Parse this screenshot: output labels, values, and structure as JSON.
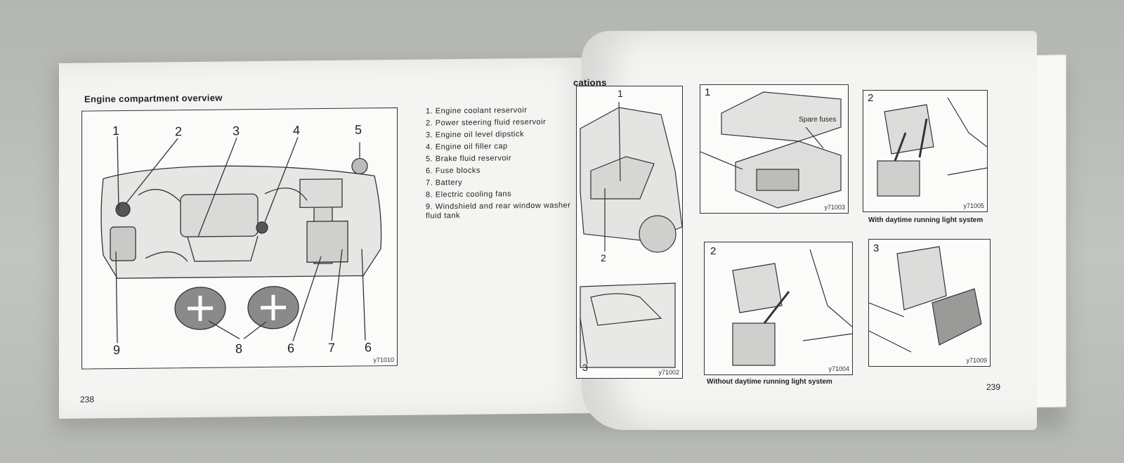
{
  "left_page": {
    "title": "Engine compartment overview",
    "figure": {
      "callouts": [
        "1",
        "2",
        "3",
        "4",
        "5",
        "9",
        "8",
        "6",
        "7",
        "6"
      ],
      "code": "y71010"
    },
    "legend": [
      "1. Engine coolant reservoir",
      "2. Power steering fluid reservoir",
      "3. Engine oil level dipstick",
      "4. Engine oil filler cap",
      "5. Brake fluid reservoir",
      "6. Fuse blocks",
      "7. Battery",
      "8. Electric cooling fans",
      "9. Windshield and rear window washer",
      "fluid tank"
    ],
    "page_number": "238"
  },
  "right_page": {
    "title_fragment": "cations",
    "fig_main": {
      "callouts": [
        "1",
        "2",
        "3"
      ],
      "code": "y71002"
    },
    "fig_1": {
      "number": "1",
      "label": "Spare fuses",
      "code": "y71003"
    },
    "fig_2a": {
      "number": "2",
      "code": "y71005",
      "caption": "With daytime running light system"
    },
    "fig_2b": {
      "number": "2",
      "code": "y71004",
      "caption": "Without daytime running light system"
    },
    "fig_3": {
      "number": "3",
      "code": "y71009"
    },
    "page_number": "239"
  }
}
